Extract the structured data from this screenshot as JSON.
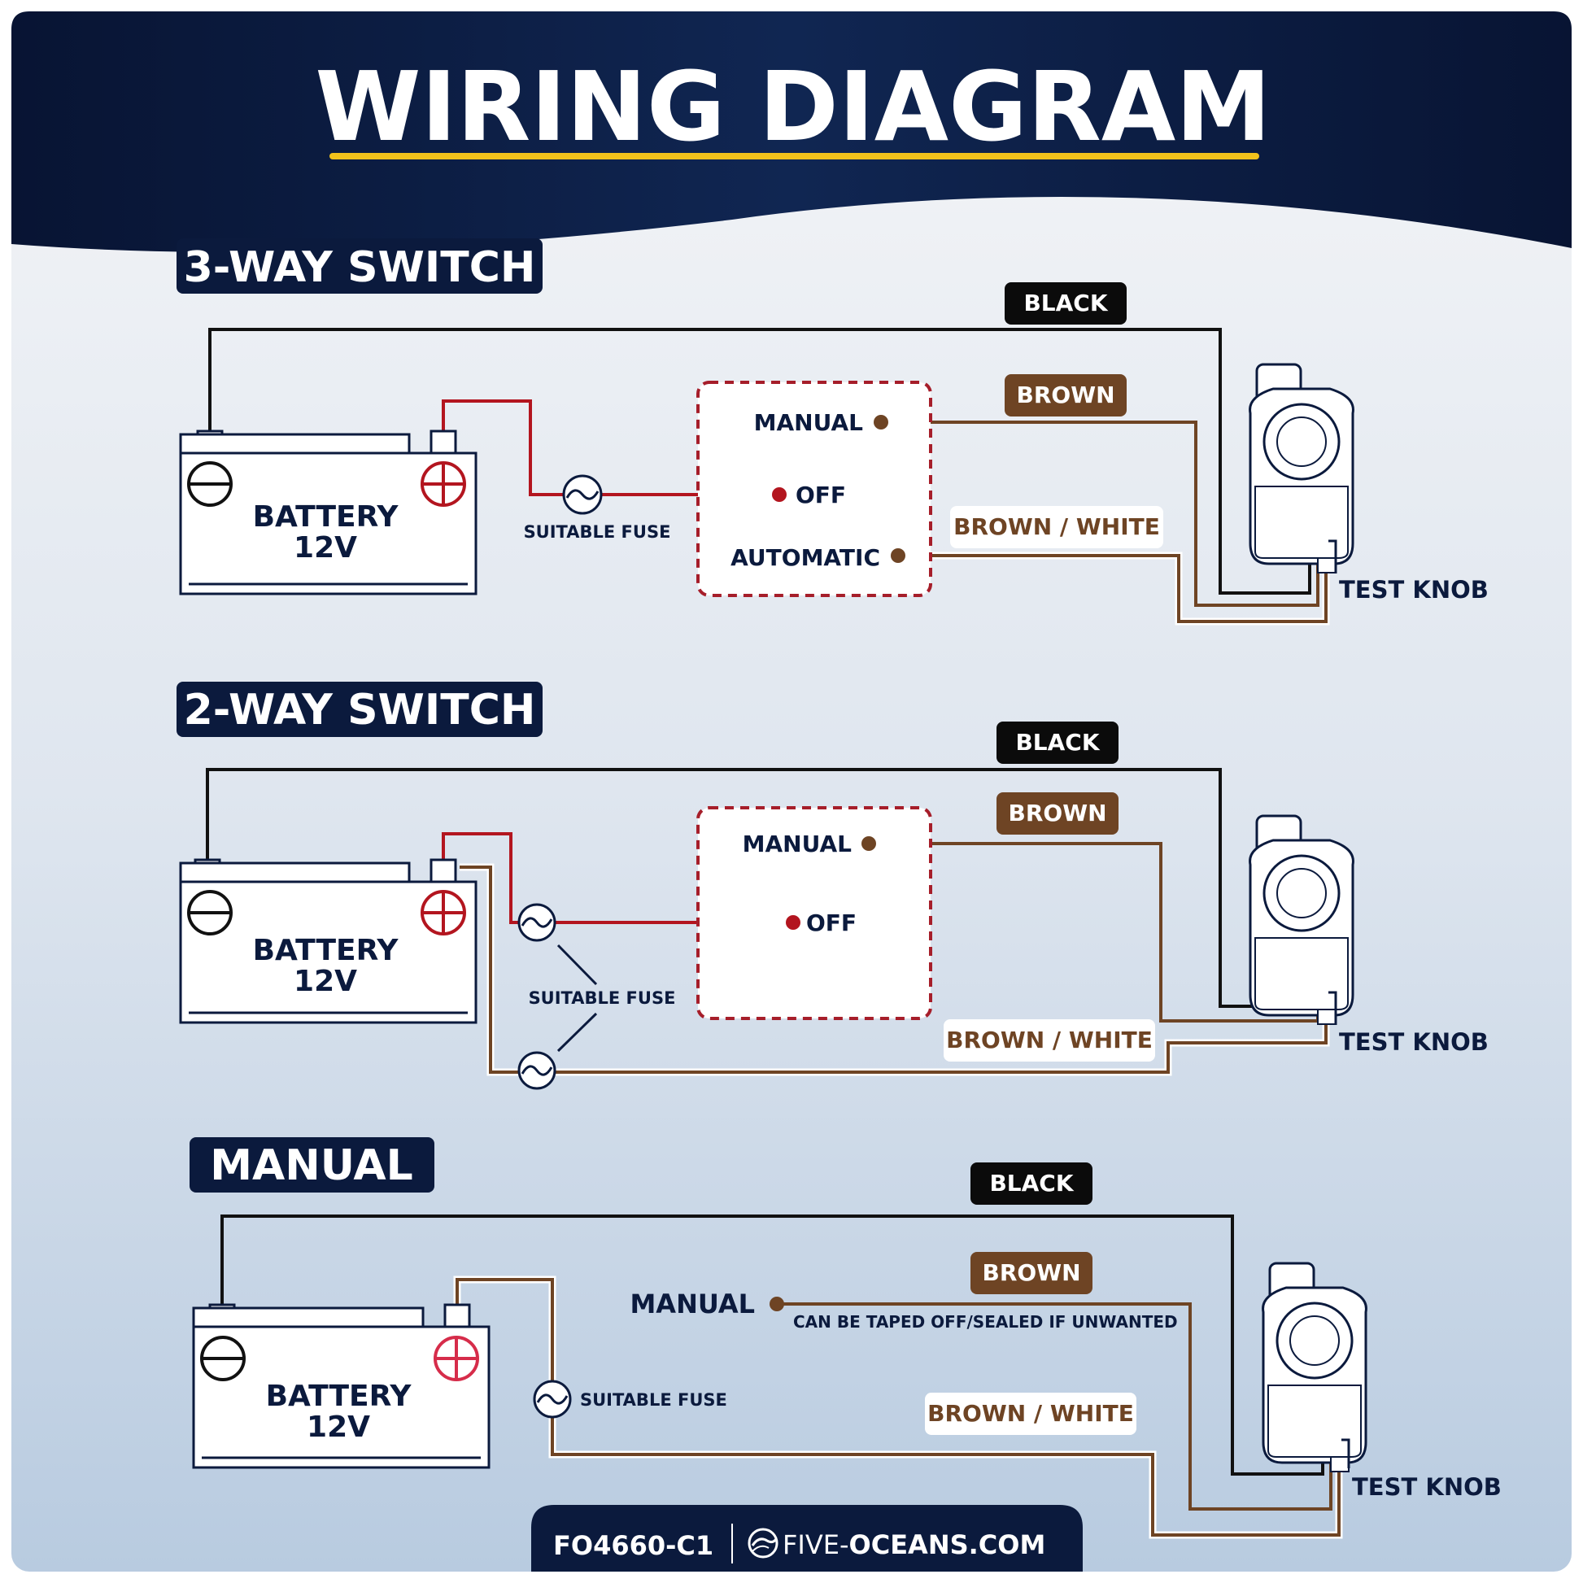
{
  "header": {
    "title": "WIRING DIAGRAM"
  },
  "sections": [
    {
      "title": "3-WAY SWITCH",
      "battery_label": "BATTERY",
      "battery_voltage": "12V",
      "fuse_label": "SUITABLE FUSE",
      "switch_positions": [
        "MANUAL",
        "OFF",
        "AUTOMATIC"
      ],
      "wire_labels": [
        "BLACK",
        "BROWN",
        "BROWN / WHITE"
      ],
      "test_knob": "TEST KNOB"
    },
    {
      "title": "2-WAY SWITCH",
      "battery_label": "BATTERY",
      "battery_voltage": "12V",
      "fuse_label": "SUITABLE FUSE",
      "switch_positions": [
        "MANUAL",
        "OFF"
      ],
      "wire_labels": [
        "BLACK",
        "BROWN",
        "BROWN / WHITE"
      ],
      "test_knob": "TEST KNOB"
    },
    {
      "title": "MANUAL",
      "battery_label": "BATTERY",
      "battery_voltage": "12V",
      "fuse_label": "SUITABLE FUSE",
      "manual_label": "MANUAL",
      "manual_note": "CAN BE TAPED OFF/SEALED IF UNWANTED",
      "wire_labels": [
        "BLACK",
        "BROWN",
        "BROWN / WHITE"
      ],
      "test_knob": "TEST KNOB"
    }
  ],
  "footer": {
    "model": "FO4660-C1",
    "website_prefix": "FIVE-",
    "website_suffix": "OCEANS.COM"
  },
  "colors": {
    "navy": "#0b1a3d",
    "wire_black": "#111111",
    "wire_red": "#b3151f",
    "wire_brown": "#6e4424",
    "accent_yellow": "#f2c21b",
    "switch_border": "#a61e2a"
  }
}
